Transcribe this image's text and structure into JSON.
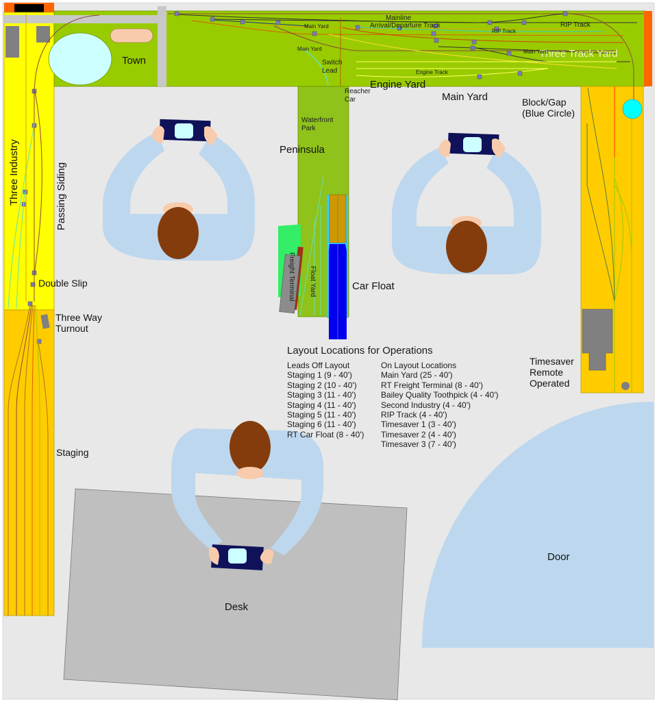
{
  "diagram": {
    "type": "model-railroad-room-layout",
    "colors": {
      "room_floor": "#e8e8e8",
      "benchwork_green": "#99cc00",
      "peninsula_green": "#8fc21a",
      "industry_yellow": "#ffff00",
      "staging_orange": "#ffcc00",
      "timesaver_orange": "#ffcc00",
      "accent_orange": "#ff6600",
      "water_lightblue": "#ccffff",
      "car_float_blue": "#0000ee",
      "car_float_cyan": "#33ccff",
      "block_gap_cyan": "#00ffff",
      "operator_shirt": "#bdd7ee",
      "operator_hair": "#843c0c",
      "operator_skin": "#f8cbad",
      "throttle_navy": "#0f1259",
      "desk_gray": "#bfbfbf",
      "door_swing": "#bdd7ee",
      "building_gray": "#808080"
    }
  },
  "labels": {
    "town": "Town",
    "mainline": "Mainline",
    "arrival_departure": "Arrival/Departure Track",
    "rip_track": "RIP Track",
    "three_track_yard": "Three Track Yard",
    "switch_lead": "Switch Lead",
    "engine_yard": "Engine Yard",
    "reacher_car": "Reacher Car",
    "main_yard": "Main Yard",
    "block_gap": "Block/Gap (Blue Circle)",
    "waterfront_park": "Waterfront Park",
    "peninsula": "Peninsula",
    "three_industry": "Three Industry",
    "passing_siding": "Passing Siding",
    "double_slip": "Double Slip",
    "three_way_turnout": "Three Way Turnout",
    "freight_terminal": "Freight Terminal",
    "float_yard": "Float Yard",
    "car_float": "Car Float",
    "staging": "Staging",
    "timesaver": "Timesaver Remote Operated",
    "door": "Door",
    "desk": "Desk"
  },
  "small_track_labels": {
    "main_yard": "Main Yard",
    "rip_track": "RIP Track",
    "engine_track": "Engine Track",
    "rt_car_float": "RT Car Float",
    "bailey_quality_toothpick": "Bailey Quality Toothpick",
    "second_industry": "Second Industry",
    "staging_tracks": [
      "Staging 1",
      "Staging 2",
      "Staging 3",
      "Staging 4",
      "Staging 5",
      "Staging 6"
    ],
    "timesaver_tracks": [
      "Timesaver 1",
      "Timesaver 2",
      "Timesaver 3"
    ]
  },
  "legend": {
    "title": "Layout Locations for Operations",
    "off_layout": {
      "heading": "Leads Off Layout",
      "items": [
        "Staging 1 (9 - 40')",
        "Staging 2 (10 - 40')",
        "Staging 3 (11 - 40')",
        "Staging 4 (11 - 40')",
        "Staging 5 (11 - 40')",
        "Staging 6 (11 - 40')",
        "RT Car Float (8 - 40')"
      ]
    },
    "on_layout": {
      "heading": "On Layout Locations",
      "items": [
        "Main Yard (25 - 40')",
        "RT Freight Terminal (8 - 40')",
        "Bailey Quality Toothpick (4 - 40')",
        "Second Industry (4 - 40')",
        "RIP Track (4 - 40')",
        "Timesaver 1 (3 - 40')",
        "Timesaver 2 (4 - 40')",
        "Timesaver 3 (7 - 40')"
      ]
    }
  },
  "operators": [
    {
      "position": "left-center",
      "facing": "up"
    },
    {
      "position": "right-center",
      "facing": "up"
    },
    {
      "position": "desk",
      "facing": "down"
    }
  ]
}
